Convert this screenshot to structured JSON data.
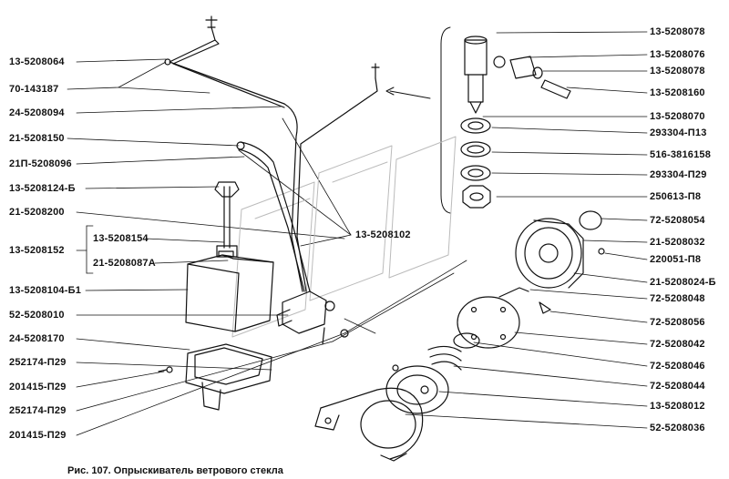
{
  "figure": {
    "caption": "Рис. 107. Опрыскиватель ветрового стекла"
  },
  "left_labels": [
    "13-5208064",
    "70-143187",
    "24-5208094",
    "21-5208150",
    "21П-5208096",
    "13-5208124-Б",
    "21-5208200",
    "13-5208152",
    "13-5208154",
    "21-5208087А",
    "13-5208104-Б1",
    "52-5208010",
    "24-5208170",
    "252174-П29",
    "201415-П29",
    "252174-П29",
    "201415-П29"
  ],
  "center_label": "13-5208102",
  "right_labels": [
    "13-5208078",
    "13-5208076",
    "13-5208078",
    "13-5208160",
    "13-5208070",
    "293304-П13",
    "516-3816158",
    "293304-П29",
    "250613-П8",
    "72-5208054",
    "21-5208032",
    "220051-П8",
    "21-5208024-Б",
    "72-5208048",
    "72-5208056",
    "72-5208042",
    "72-5208046",
    "72-5208044",
    "13-5208012",
    "52-5208036"
  ]
}
